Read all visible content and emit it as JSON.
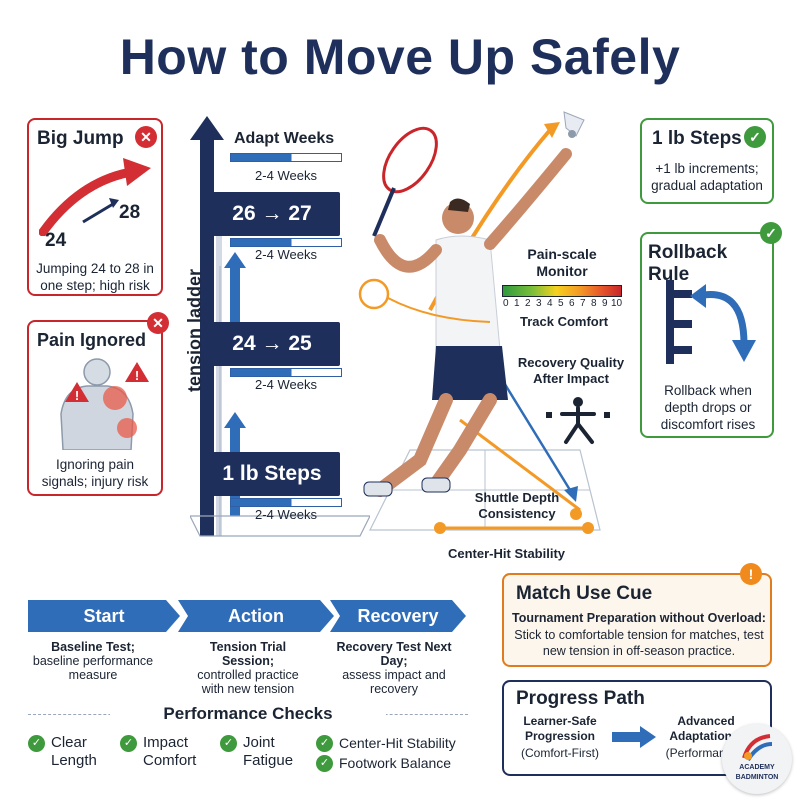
{
  "title": "How to Move Up Safely",
  "big_jump": {
    "title": "Big Jump",
    "from": "24",
    "to": "28",
    "text": "Jumping 24 to 28 in one step; high risk",
    "badge": "✕"
  },
  "pain_ignored": {
    "title": "Pain Ignored",
    "text": "Ignoring pain signals; injury risk",
    "badge": "✕"
  },
  "ladder": {
    "axis_label": "tension ladder",
    "adapt_title": "Adapt Weeks",
    "steps": [
      {
        "label": "26 → 27",
        "weeks": "2-4 Weeks"
      },
      {
        "label": "24 → 25",
        "weeks": "2-4 Weeks"
      },
      {
        "label": "1 lb Steps",
        "weeks": "2-4 Weeks"
      }
    ],
    "top_weeks": "2-4 Weeks"
  },
  "player": {
    "pain_scale_title": "Pain-scale Monitor",
    "pain_scale_numbers": [
      "0",
      "1",
      "2",
      "3",
      "4",
      "5",
      "6",
      "7",
      "8",
      "9",
      "10"
    ],
    "track_comfort": "Track Comfort",
    "recovery_quality": "Recovery Quality After Impact",
    "shuttle_depth": "Shuttle Depth Consistency",
    "center_hit": "Center-Hit Stability"
  },
  "one_lb": {
    "title": "1 lb Steps",
    "text": "+1 lb increments; gradual adaptation",
    "badge": "✓"
  },
  "rollback": {
    "title": "Rollback Rule",
    "text": "Rollback when depth drops or discomfort rises",
    "badge": "✓"
  },
  "flow": {
    "steps": [
      {
        "label": "Start",
        "bold": "Baseline Test;",
        "text": "baseline performance measure"
      },
      {
        "label": "Action",
        "bold": "Tension Trial Session;",
        "text": "controlled practice with new tension"
      },
      {
        "label": "Recovery",
        "bold": "Recovery Test Next Day;",
        "text": "assess impact and recovery"
      }
    ]
  },
  "checks": {
    "title": "Performance Checks",
    "items": [
      "Clear Length",
      "Impact Comfort",
      "Joint Fatigue",
      "Center-Hit Stability",
      "Footwork Balance"
    ]
  },
  "match_cue": {
    "title": "Match Use Cue",
    "subtitle": "Tournament Preparation without Overload:",
    "text": "Stick to comfortable tension for matches, test new tension in off-season practice.",
    "badge": "!"
  },
  "progress": {
    "title": "Progress Path",
    "left_title": "Learner-Safe Progression",
    "left_sub": "(Comfort-First)",
    "right_title": "Advanced Adaptation F",
    "right_sub": "(Performance"
  },
  "logo": {
    "line1": "ACADEMY",
    "line2": "BADMINTON"
  },
  "colors": {
    "navy": "#1e2f5b",
    "blue": "#2f6db8",
    "red": "#c8262b",
    "green": "#3e9a3c",
    "orange": "#e07c1d"
  }
}
